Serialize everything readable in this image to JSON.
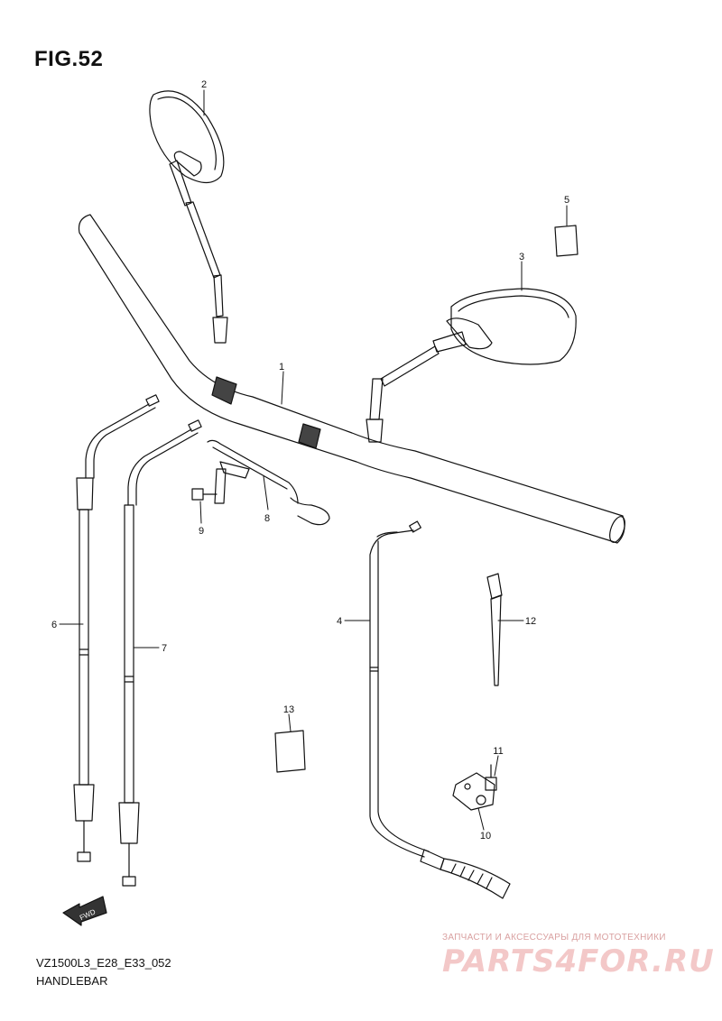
{
  "figure": {
    "title": "FIG.52"
  },
  "footer": {
    "code": "VZ1500L3_E28_E33_052",
    "name": "HANDLEBAR"
  },
  "fwd_label": "FWD",
  "watermark": {
    "subtitle": "ЗАПЧАСТИ И АКСЕССУАРЫ ДЛЯ МОТОТЕХНИКИ",
    "logo": "PARTS4FOR.RU"
  },
  "callouts": {
    "c1": "1",
    "c2": "2",
    "c3": "3",
    "c4": "4",
    "c5": "5",
    "c6": "6",
    "c7": "7",
    "c8": "8",
    "c9": "9",
    "c10": "10",
    "c11": "11",
    "c12": "12",
    "c13": "13"
  },
  "colors": {
    "line": "#111111",
    "watermark": "#f0c0c0"
  }
}
